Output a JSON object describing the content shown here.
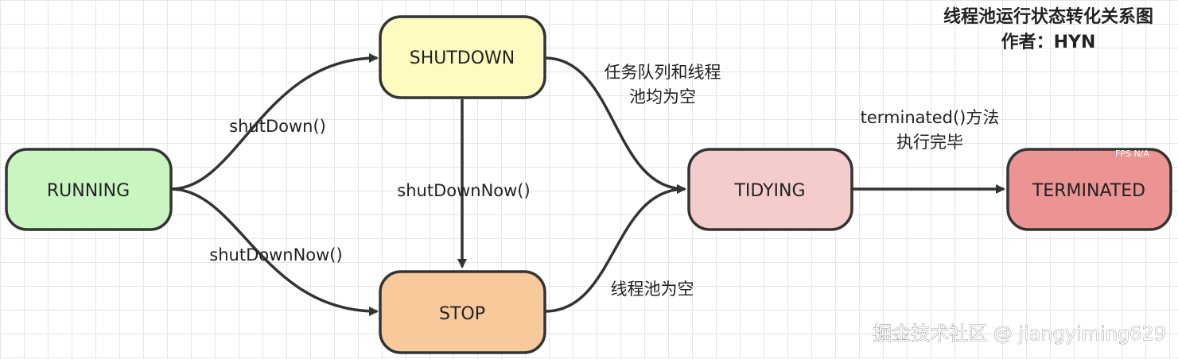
{
  "title": "线程池运行状态转化关系图",
  "author": "作者：HYN",
  "nodes": {
    "running": {
      "label": "RUNNING",
      "color": "#c8f5c0"
    },
    "shutdown": {
      "label": "SHUTDOWN",
      "color": "#fdfbc0"
    },
    "stop": {
      "label": "STOP",
      "color": "#f7c99b"
    },
    "tidying": {
      "label": "TIDYING",
      "color": "#f5cccc"
    },
    "terminated": {
      "label": "TERMINATED",
      "color": "#ec9494"
    }
  },
  "edges": {
    "running_to_shutdown": "shutDown()",
    "running_to_stop": "shutDownNow()",
    "shutdown_to_stop": "shutDownNow()",
    "shutdown_to_tidying": [
      "任务队列和线程",
      "池均为空"
    ],
    "stop_to_tidying": "线程池为空",
    "tidying_to_terminated": [
      "terminated()方法",
      "执行完毕"
    ]
  },
  "overlay": {
    "fps": "FPS  N/A",
    "watermark": "掘金技术社区 @ jiangyiming629"
  }
}
